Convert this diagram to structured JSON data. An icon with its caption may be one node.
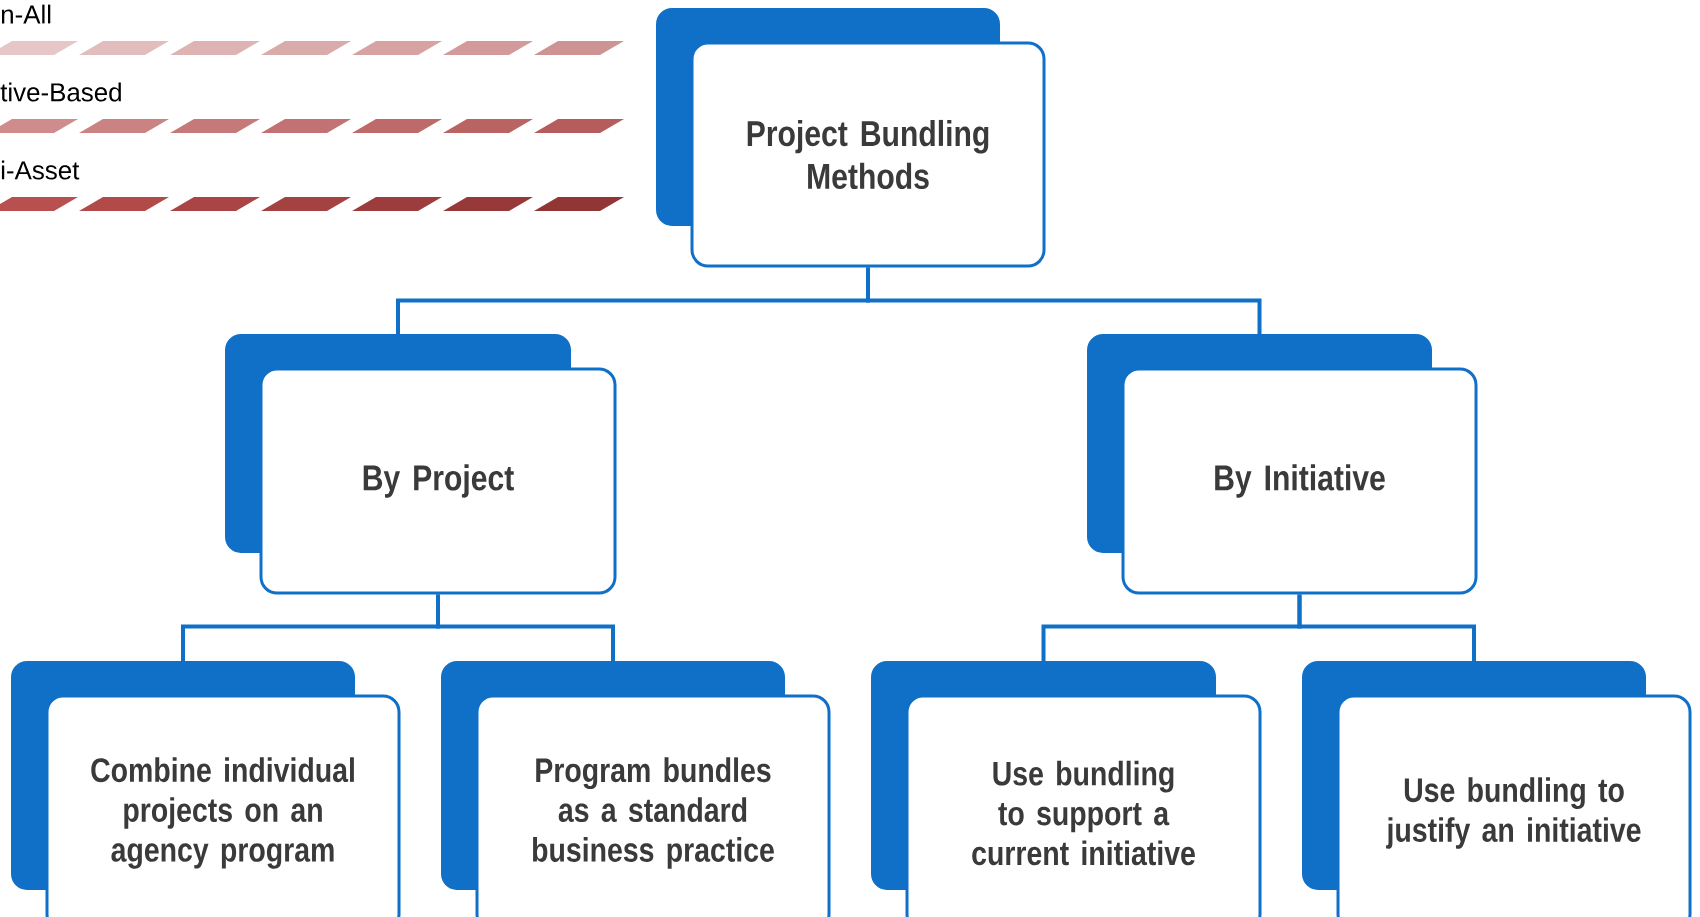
{
  "diagram": {
    "nodes": [
      {
        "text": [
          "Project Bundling Methods"
        ]
      },
      {
        "text": [
          "By Project"
        ]
      },
      {
        "text": [
          "By Initiative"
        ]
      },
      {
        "text": [
          "Combine individual projects on an agency program"
        ]
      },
      {
        "text": [
          "Program bundles as a standard business practice"
        ]
      },
      {
        "text": [
          "Use bundling to support a current initiative"
        ]
      },
      {
        "text": [
          "Use bundling to justify an initiative"
        ]
      }
    ],
    "edges": [
      {
        "from": 0,
        "to": 1,
        "arrow": "none"
      },
      {
        "from": 0,
        "to": 2,
        "arrow": "none"
      },
      {
        "from": 1,
        "to": 3,
        "arrow": "none"
      },
      {
        "from": 1,
        "to": 4,
        "arrow": "none"
      },
      {
        "from": 2,
        "to": 5,
        "arrow": "none"
      },
      {
        "from": 2,
        "to": 6,
        "arrow": "none"
      }
    ],
    "legend": [
      {
        "text": "n-All"
      },
      {
        "text": "tive-Based"
      },
      {
        "text": "i-Asset"
      }
    ]
  }
}
